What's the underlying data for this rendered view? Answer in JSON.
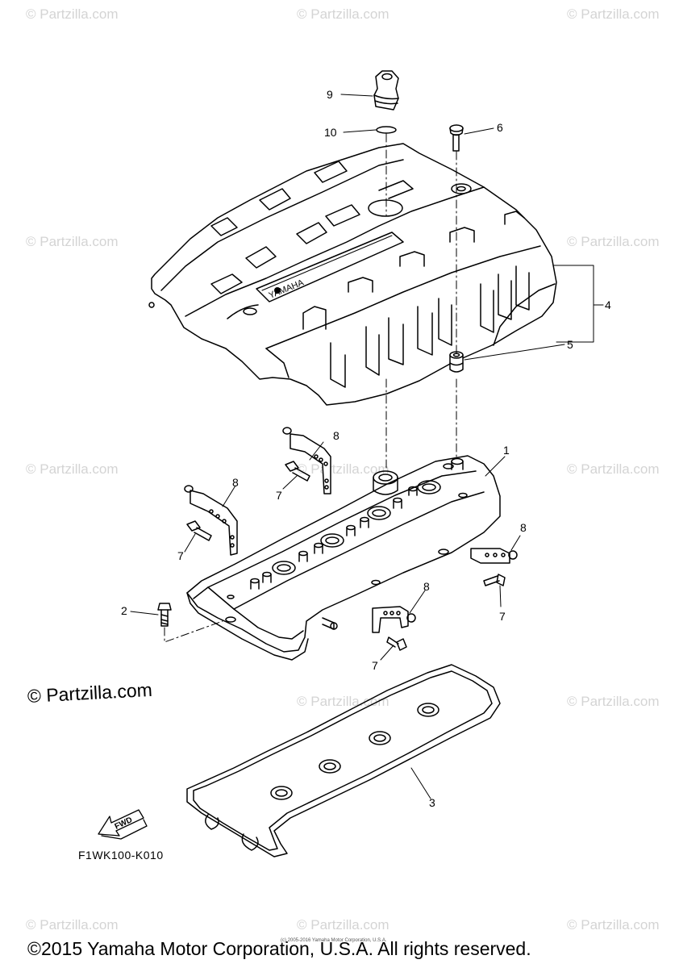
{
  "watermark_text": "© Partzilla.com",
  "main_watermark": "© Partzilla.com",
  "callouts": {
    "c1": "1",
    "c2": "2",
    "c3": "3",
    "c4": "4",
    "c5": "5",
    "c6": "6",
    "c7a": "7",
    "c7b": "7",
    "c7c": "7",
    "c7d": "7",
    "c8a": "8",
    "c8b": "8",
    "c8c": "8",
    "c8d": "8",
    "c9": "9",
    "c10": "10"
  },
  "cover_logo_text": "YAMAHA",
  "fwd_label": "FWD",
  "reference_code": "F1WK100-K010",
  "tiny_copyright": "(c) 2005-2016 Yamaha Motor Corporation, U.S.A.",
  "copyright_notice": "©2015 Yamaha Motor Corporation, U.S.A. All rights reserved."
}
